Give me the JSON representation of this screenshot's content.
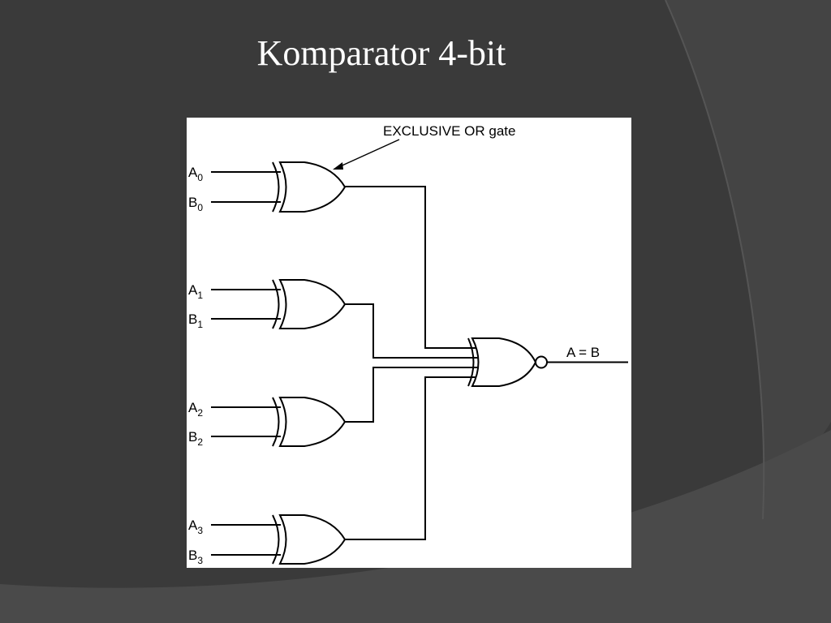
{
  "slide": {
    "title": "Komparator 4-bit"
  },
  "diagram": {
    "callout": "EXCLUSIVE OR gate",
    "output_label": "A = B",
    "inputs": [
      {
        "a": "A",
        "a_sub": "0",
        "b": "B",
        "b_sub": "0"
      },
      {
        "a": "A",
        "a_sub": "1",
        "b": "B",
        "b_sub": "1"
      },
      {
        "a": "A",
        "a_sub": "2",
        "b": "B",
        "b_sub": "2"
      },
      {
        "a": "A",
        "a_sub": "3",
        "b": "B",
        "b_sub": "3"
      }
    ]
  },
  "colors": {
    "background": "#3a3a3a",
    "panel": "#ffffff",
    "title": "#ffffff",
    "ink": "#000000"
  }
}
